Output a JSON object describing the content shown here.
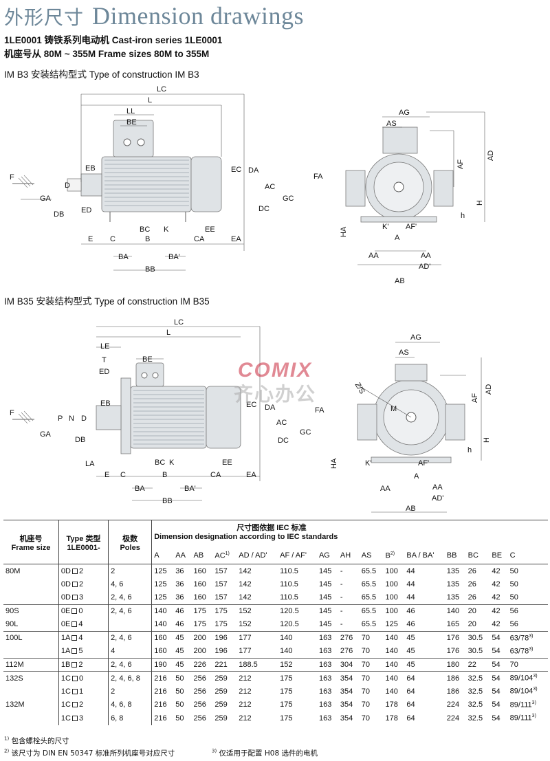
{
  "header": {
    "title_cn": "外形尺寸",
    "title_en": "Dimension drawings",
    "series_line": "1LE0001 铸铁系列电动机  Cast-iron series 1LE0001",
    "frame_line": "机座号从 80M ~ 355M  Frame sizes 80M to 355M"
  },
  "sections": {
    "b3": "IM B3 安装结构型式  Type of construction IM B3",
    "b35": "IM B35 安装结构型式  Type of construction IM B35"
  },
  "watermark": {
    "en": "COMIX",
    "cn": "齐心办公"
  },
  "b3_side_labels": [
    "LC",
    "L",
    "LL",
    "BE",
    "EB",
    "D",
    "F",
    "GA",
    "DB",
    "ED",
    "E",
    "C",
    "BC",
    "B",
    "K",
    "EE",
    "CA",
    "EA",
    "BA",
    "BA'",
    "BB",
    "EC",
    "DA",
    "AC",
    "DC",
    "FA",
    "GC"
  ],
  "b3_end_labels": [
    "AG",
    "AS",
    "AF",
    "AD",
    "H",
    "h",
    "HA",
    "K'",
    "AF'",
    "A",
    "AA",
    "AD'",
    "AB"
  ],
  "b35_side_labels": [
    "LC",
    "L",
    "LE",
    "BE",
    "T",
    "ED",
    "EB",
    "P",
    "N",
    "D",
    "DB",
    "F",
    "GA",
    "LA",
    "E",
    "C",
    "BC",
    "K",
    "B",
    "EE",
    "CA",
    "EA",
    "BA",
    "BA'",
    "BB",
    "EC",
    "DA",
    "AC",
    "DC",
    "FA",
    "GC"
  ],
  "b35_end_labels": [
    "AG",
    "AS",
    "Z/S",
    "M",
    "AF",
    "AD",
    "H",
    "h",
    "HA",
    "K'",
    "AF'",
    "A",
    "AA",
    "AD'",
    "AB"
  ],
  "table": {
    "col_frame": "机座号",
    "col_frame_en": "Frame size",
    "col_type": "Type 类型",
    "col_type_code": "1LE0001-",
    "col_poles": "极数",
    "col_poles_en": "Poles",
    "dim_title_cn": "尺寸图依据 IEC 标准",
    "dim_title_en": "Dimension designation according to IEC  standards",
    "dim_cols": [
      "A",
      "AA",
      "AB",
      "AC",
      "AD / AD'",
      "AF / AF'",
      "AG",
      "AH",
      "AS",
      "B",
      "BA / BA'",
      "BB",
      "BC",
      "BE",
      "C"
    ],
    "rows": [
      {
        "frame": "80M",
        "t1": "0D",
        "t2": "2",
        "poles": "2",
        "v": [
          "125",
          "36",
          "160",
          "157",
          "142",
          "110.5",
          "145",
          "-",
          "65.5",
          "100",
          "44",
          "135",
          "26",
          "42",
          "50"
        ]
      },
      {
        "frame": "",
        "t1": "0D",
        "t2": "2",
        "poles": "4, 6",
        "v": [
          "125",
          "36",
          "160",
          "157",
          "142",
          "110.5",
          "145",
          "-",
          "65.5",
          "100",
          "44",
          "135",
          "26",
          "42",
          "50"
        ]
      },
      {
        "frame": "",
        "t1": "0D",
        "t2": "3",
        "poles": "2, 4, 6",
        "v": [
          "125",
          "36",
          "160",
          "157",
          "142",
          "110.5",
          "145",
          "-",
          "65.5",
          "100",
          "44",
          "135",
          "26",
          "42",
          "50"
        ]
      },
      {
        "frame": "90S",
        "t1": "0E",
        "t2": "0",
        "poles": "2, 4, 6",
        "v": [
          "140",
          "46",
          "175",
          "175",
          "152",
          "120.5",
          "145",
          "-",
          "65.5",
          "100",
          "46",
          "140",
          "20",
          "42",
          "56"
        ]
      },
      {
        "frame": "90L",
        "t1": "0E",
        "t2": "4",
        "poles": "",
        "v": [
          "140",
          "46",
          "175",
          "175",
          "152",
          "120.5",
          "145",
          "-",
          "65.5",
          "125",
          "46",
          "165",
          "20",
          "42",
          "56"
        ]
      },
      {
        "frame": "100L",
        "t1": "1A",
        "t2": "4",
        "poles": "2, 4, 6",
        "v": [
          "160",
          "45",
          "200",
          "196",
          "177",
          "140",
          "163",
          "276",
          "70",
          "140",
          "45",
          "176",
          "30.5",
          "54",
          "63/78"
        ]
      },
      {
        "frame": "",
        "t1": "1A",
        "t2": "5",
        "poles": "4",
        "v": [
          "160",
          "45",
          "200",
          "196",
          "177",
          "140",
          "163",
          "276",
          "70",
          "140",
          "45",
          "176",
          "30.5",
          "54",
          "63/78"
        ]
      },
      {
        "frame": "112M",
        "t1": "1B",
        "t2": "2",
        "poles": "2, 4, 6",
        "v": [
          "190",
          "45",
          "226",
          "221",
          "188.5",
          "152",
          "163",
          "304",
          "70",
          "140",
          "45",
          "180",
          "22",
          "54",
          "70"
        ]
      },
      {
        "frame": "132S",
        "t1": "1C",
        "t2": "0",
        "poles": "2, 4, 6, 8",
        "v": [
          "216",
          "50",
          "256",
          "259",
          "212",
          "175",
          "163",
          "354",
          "70",
          "140",
          "64",
          "186",
          "32.5",
          "54",
          "89/104"
        ]
      },
      {
        "frame": "",
        "t1": "1C",
        "t2": "1",
        "poles": "2",
        "v": [
          "216",
          "50",
          "256",
          "259",
          "212",
          "175",
          "163",
          "354",
          "70",
          "140",
          "64",
          "186",
          "32.5",
          "54",
          "89/104"
        ]
      },
      {
        "frame": "132M",
        "t1": "1C",
        "t2": "2",
        "poles": "4, 6, 8",
        "v": [
          "216",
          "50",
          "256",
          "259",
          "212",
          "175",
          "163",
          "354",
          "70",
          "178",
          "64",
          "224",
          "32.5",
          "54",
          "89/111"
        ]
      },
      {
        "frame": "",
        "t1": "1C",
        "t2": "3",
        "poles": "6, 8",
        "v": [
          "216",
          "50",
          "256",
          "259",
          "212",
          "175",
          "163",
          "354",
          "70",
          "178",
          "64",
          "224",
          "32.5",
          "54",
          "89/111"
        ]
      }
    ],
    "sup_ac": "1)",
    "sup_b": "2)",
    "sup_c": "3)"
  },
  "footnotes": {
    "n1_mark": "1)",
    "n1": "包含螺栓头的尺寸",
    "n2_mark": "2)",
    "n2": "该尺寸为 DIN EN 50347 标准所列机座号对应尺寸",
    "n3_mark": "3)",
    "n3": "仅适用于配置 H08 选件的电机"
  },
  "colors": {
    "title": "#6d8799",
    "watermark_red": "#c8283c"
  }
}
